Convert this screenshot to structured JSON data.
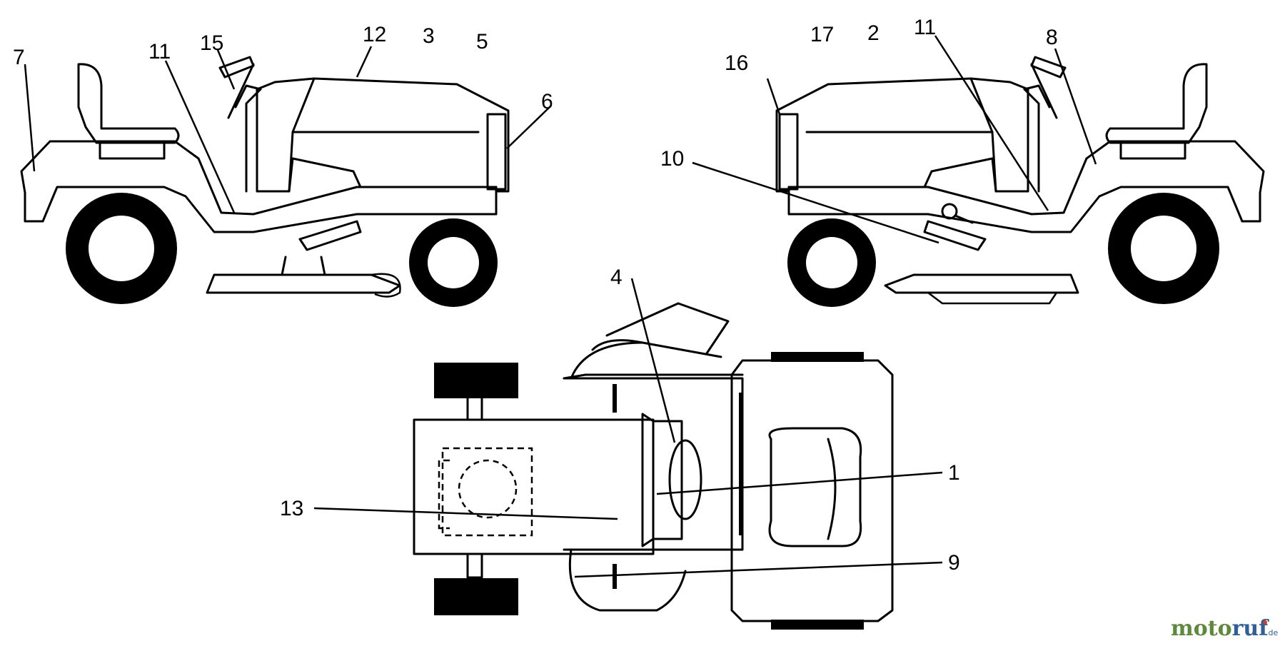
{
  "callouts": {
    "c1": "1",
    "c2": "2",
    "c3": "3",
    "c4": "4",
    "c5": "5",
    "c6": "6",
    "c7": "7",
    "c8": "8",
    "c9": "9",
    "c10": "10",
    "c11a": "11",
    "c11b": "11",
    "c12": "12",
    "c13": "13",
    "c15": "15",
    "c16": "16",
    "c17": "17"
  },
  "watermark": {
    "part1": "moto",
    "part2": "ruf",
    "suffix": ".de",
    "colors": {
      "motorGreen": "#5a8a3a",
      "rufBlue": "#2f5f9a",
      "accentRed": "#d23a2a"
    }
  }
}
